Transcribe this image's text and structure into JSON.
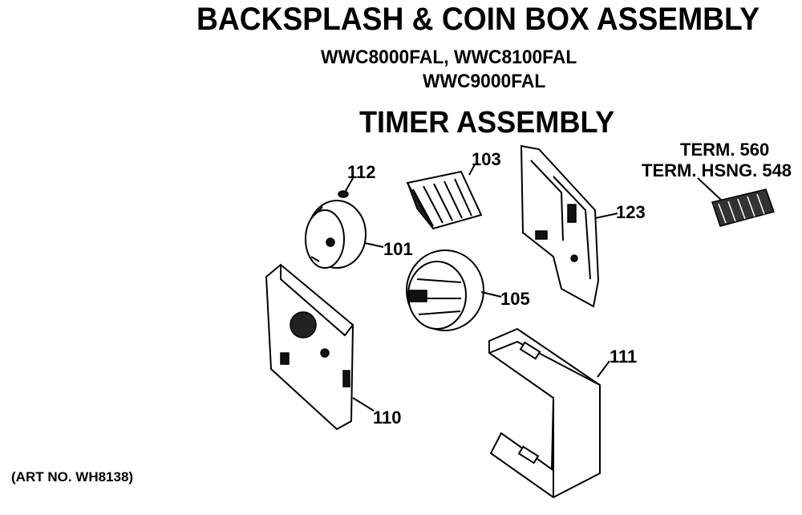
{
  "title": "BACKSPLASH & COIN BOX ASSEMBLY",
  "models_line1": "WWC8000FAL, WWC8100FAL",
  "models_line2": "WWC9000FAL",
  "subtitle": "TIMER ASSEMBLY",
  "art_number": "(ART NO. WH8138)",
  "labels": {
    "p112": "112",
    "p103": "103",
    "p101": "101",
    "p123": "123",
    "p105": "105",
    "p111": "111",
    "p110": "110",
    "term_1": "TERM. 560",
    "term_2": "TERM. HSNG. 548"
  }
}
